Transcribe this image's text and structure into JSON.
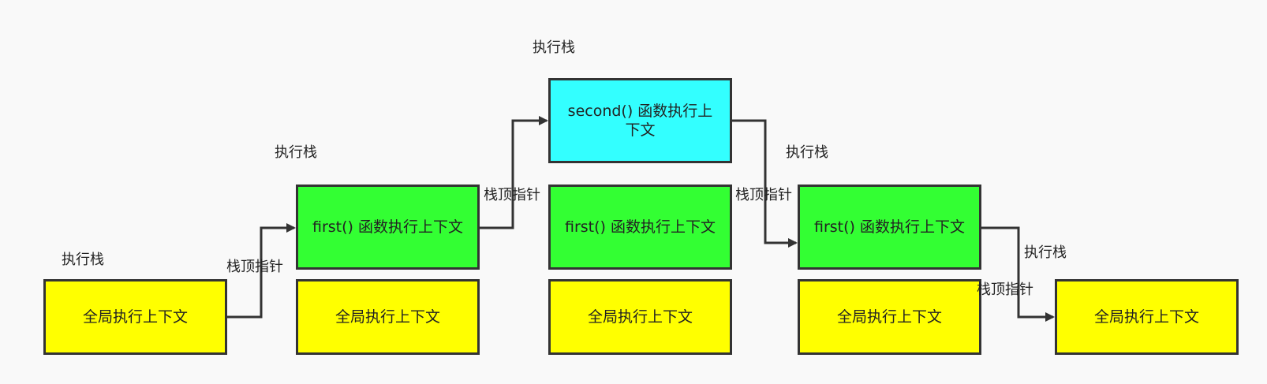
{
  "stack1": {
    "title": "执行栈",
    "global": "全局执行上下文"
  },
  "arrow1": {
    "pointer_label": "栈顶指针"
  },
  "stack2": {
    "title": "执行栈",
    "first": "first() 函数执行上下文",
    "global": "全局执行上下文"
  },
  "arrow2": {
    "pointer_label": "栈顶指针"
  },
  "stack3": {
    "title": "执行栈",
    "second": "second() 函数执行上下文",
    "first": "first() 函数执行上下文",
    "global": "全局执行上下文"
  },
  "arrow3": {
    "pointer_label": "栈顶指针"
  },
  "stack4": {
    "title": "执行栈",
    "first": "first() 函数执行上下文",
    "global": "全局执行上下文"
  },
  "arrow4": {
    "pointer_label": "栈顶指针"
  },
  "stack5": {
    "title": "执行栈",
    "global": "全局执行上下文"
  },
  "colors": {
    "global": "#ffff00",
    "function": "#33ff33",
    "active": "#33ffff",
    "stroke": "#333333",
    "background": "#f9f9f9"
  }
}
